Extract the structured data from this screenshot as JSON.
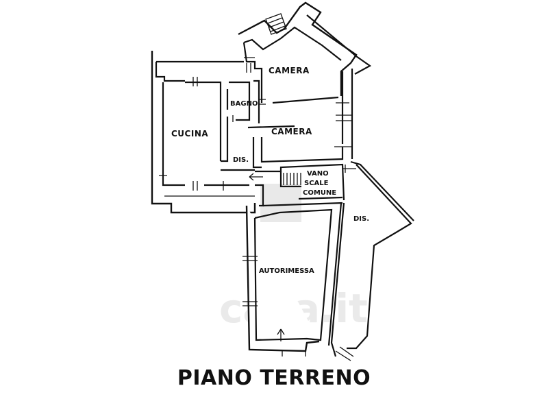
{
  "rooms": {
    "camera_top": "CAMERA",
    "bagno": "BAGNO",
    "cucina": "CUCINA",
    "camera_mid": "CAMERA",
    "dis_left": "DIS.",
    "vano": "VANO",
    "scale": "SCALE",
    "comune": "COMUNE",
    "dis_right": "DIS.",
    "autorimessa": "AUTORIMESSA"
  },
  "watermark": {
    "text": "casa.it"
  },
  "title": "PIANO TERRENO",
  "colors": {
    "ink": "#111111",
    "watermark": "#d9d9d9",
    "background": "#ffffff"
  }
}
